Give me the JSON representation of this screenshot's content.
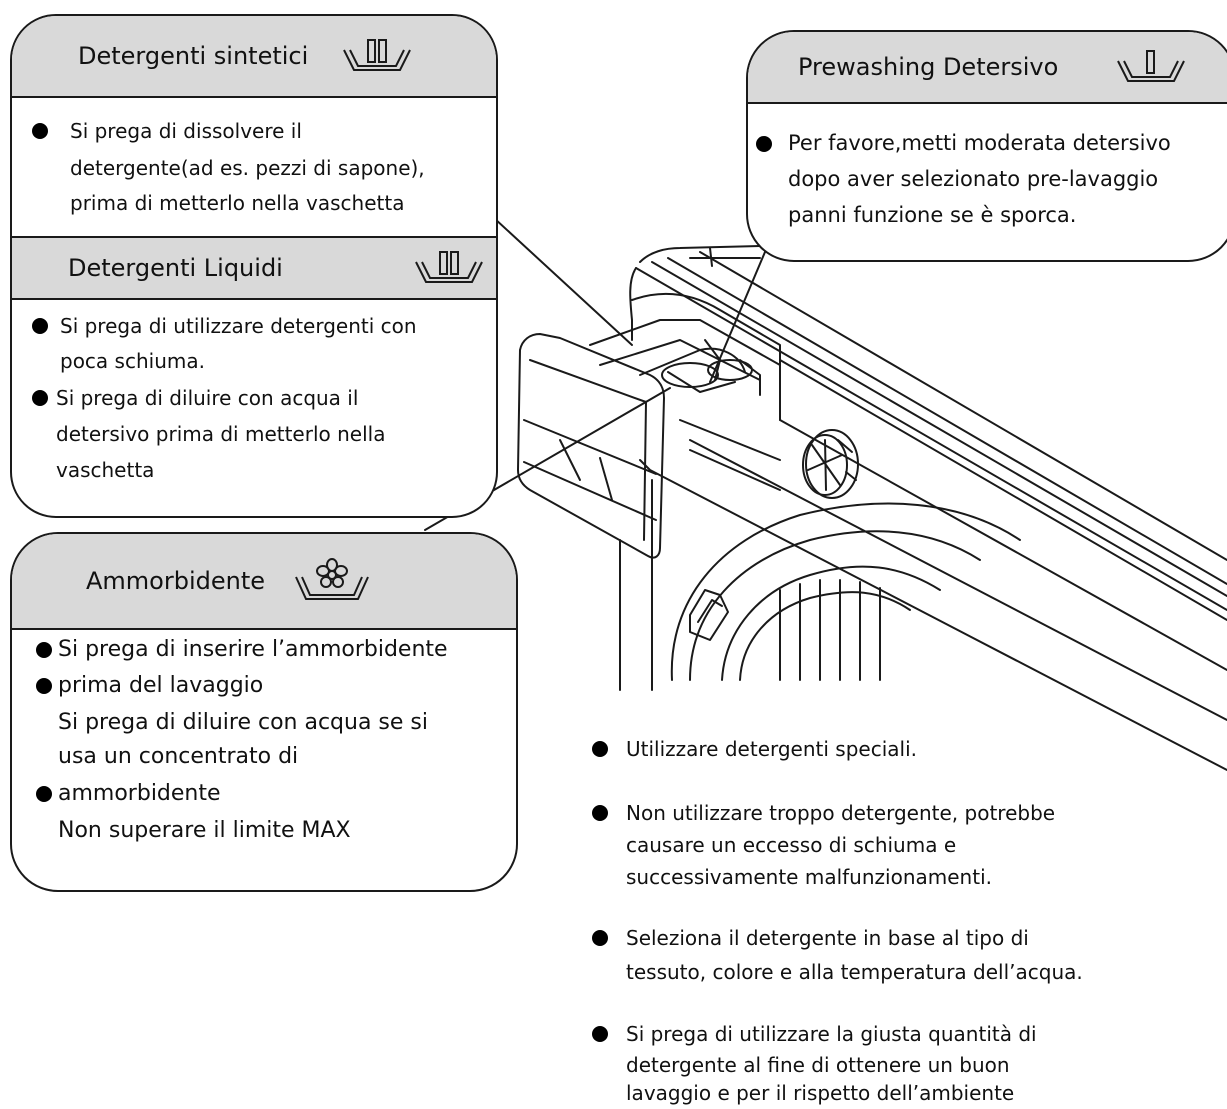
{
  "synthetic": {
    "title": "Detergenti sintetici",
    "icon": "double-bar-tray-icon",
    "lines": [
      "Si prega di dissolvere il",
      "detergente(ad es. pezzi di sapone),",
      "prima di metterlo nella vaschetta"
    ]
  },
  "liquid": {
    "title": "Detergenti Liquidi",
    "icon": "double-bar-tray-icon",
    "lines": [
      "Si prega di utilizzare detergenti con",
      "poca schiuma.",
      "Si prega di diluire con acqua il",
      "detersivo prima di metterlo nella",
      "vaschetta"
    ]
  },
  "softener": {
    "title": "Ammorbidente",
    "icon": "flower-tray-icon",
    "lines": [
      "Si prega di inserire l’ammorbidente",
      "prima del lavaggio",
      "Si prega di diluire con acqua se si",
      "usa un concentrato di",
      "ammorbidente",
      "Non superare il limite MAX"
    ]
  },
  "prewash": {
    "title": "Prewashing Detersivo",
    "icon": "single-bar-tray-icon",
    "lines": [
      "Per favore,metti moderata detersivo",
      "dopo aver selezionato pre-lavaggio",
      "panni funzione se è sporca."
    ]
  },
  "tips": [
    [
      "Utilizzare detergenti speciali."
    ],
    [
      "Non utilizzare troppo detergente, potrebbe",
      "causare un eccesso di schiuma  e",
      "successivamente malfunzionamenti."
    ],
    [
      "Seleziona il detergente in base al tipo di",
      "tessuto, colore e alla temperatura dell’acqua."
    ],
    [
      "Si prega di utilizzare la giusta quantità di",
      "detergente  al fine di ottenere un buon",
      "lavaggio e per il rispetto dell’ambiente"
    ]
  ],
  "colors": {
    "header_fill": "#d9d9d9",
    "line": "#1a1a1a"
  }
}
